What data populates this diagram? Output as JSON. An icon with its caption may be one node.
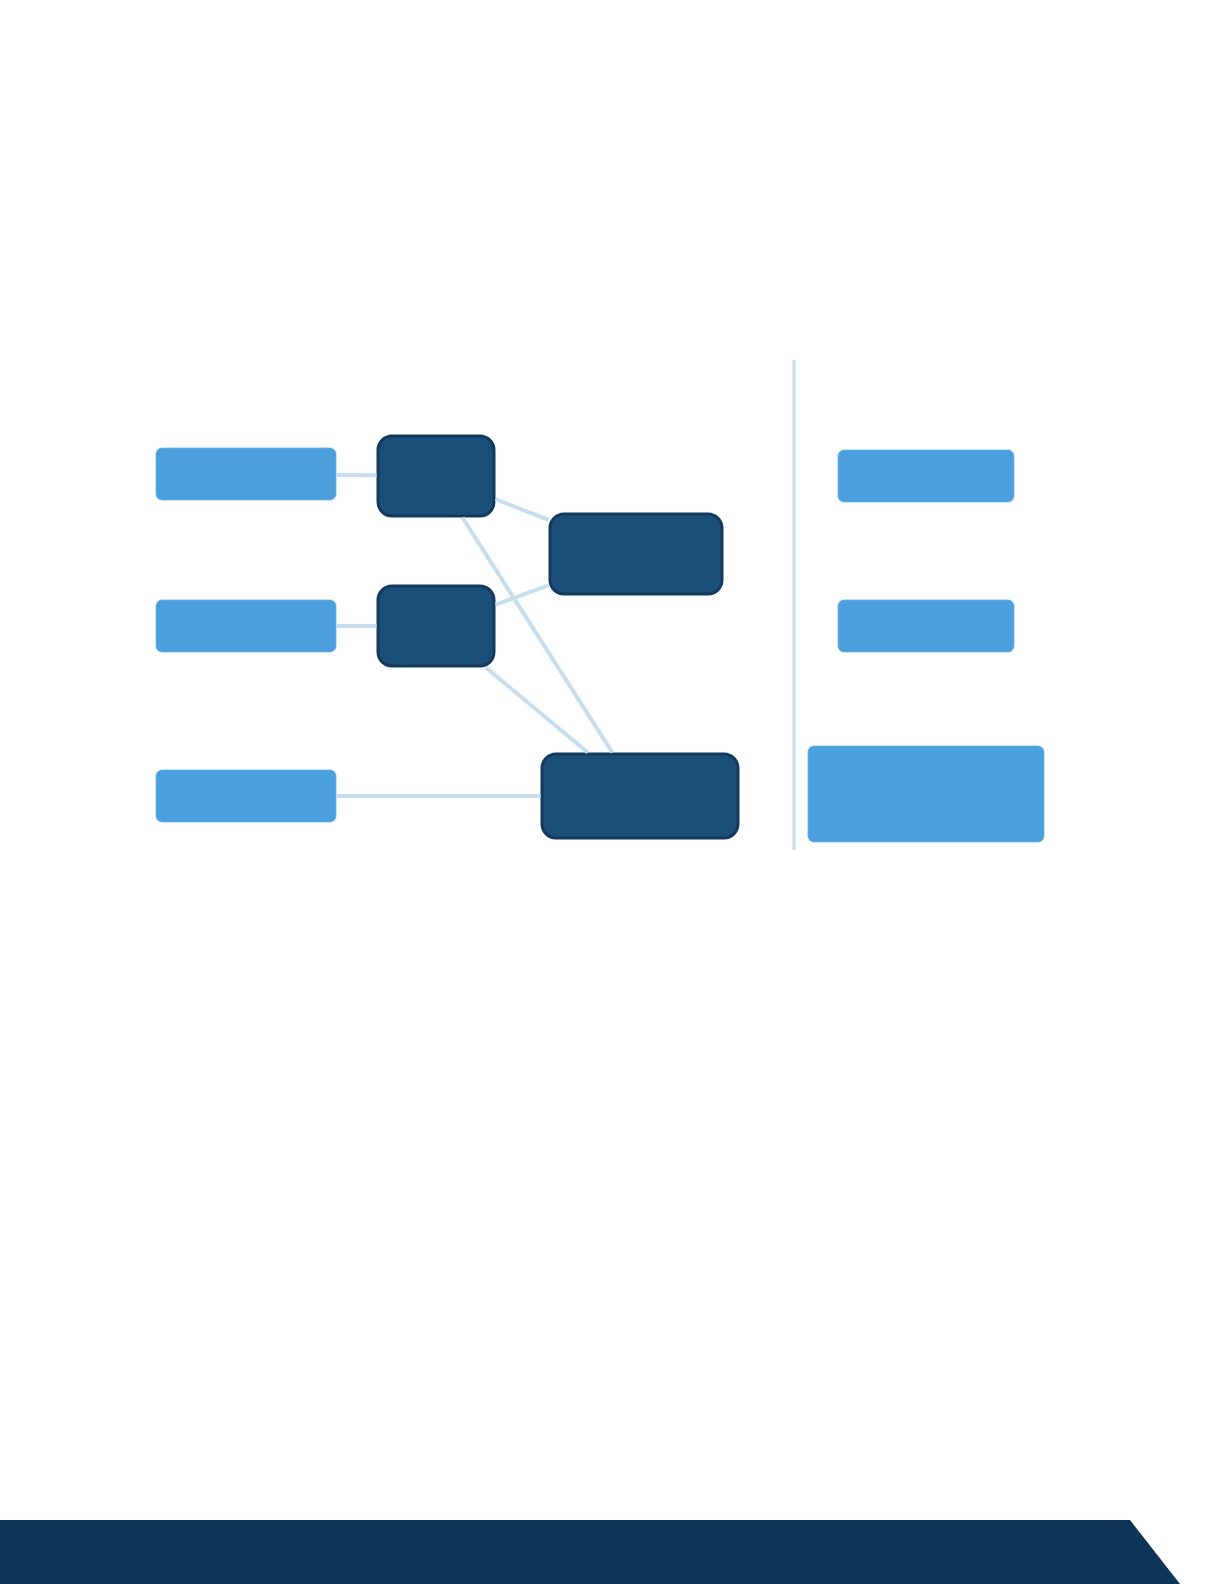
{
  "diagram": {
    "nodes": [
      {
        "text": [],
        "shape": "box"
      },
      {
        "text": [],
        "shape": "box"
      },
      {
        "text": [],
        "shape": "box"
      },
      {
        "text": [],
        "shape": "box"
      },
      {
        "text": [],
        "shape": "box"
      },
      {
        "text": [],
        "shape": "box"
      },
      {
        "text": [],
        "shape": "box"
      },
      {
        "text": [],
        "shape": "box"
      },
      {
        "text": [],
        "shape": "box"
      },
      {
        "text": [],
        "shape": "box"
      }
    ],
    "edges": [
      {
        "from": 0,
        "to": 3,
        "arrow": "none"
      },
      {
        "from": 1,
        "to": 4,
        "arrow": "none"
      },
      {
        "from": 2,
        "to": 6,
        "arrow": "none"
      },
      {
        "from": 3,
        "to": 5,
        "arrow": "none"
      },
      {
        "from": 3,
        "to": 6,
        "arrow": "none"
      },
      {
        "from": 4,
        "to": 5,
        "arrow": "none"
      },
      {
        "from": 4,
        "to": 6,
        "arrow": "none"
      }
    ]
  }
}
